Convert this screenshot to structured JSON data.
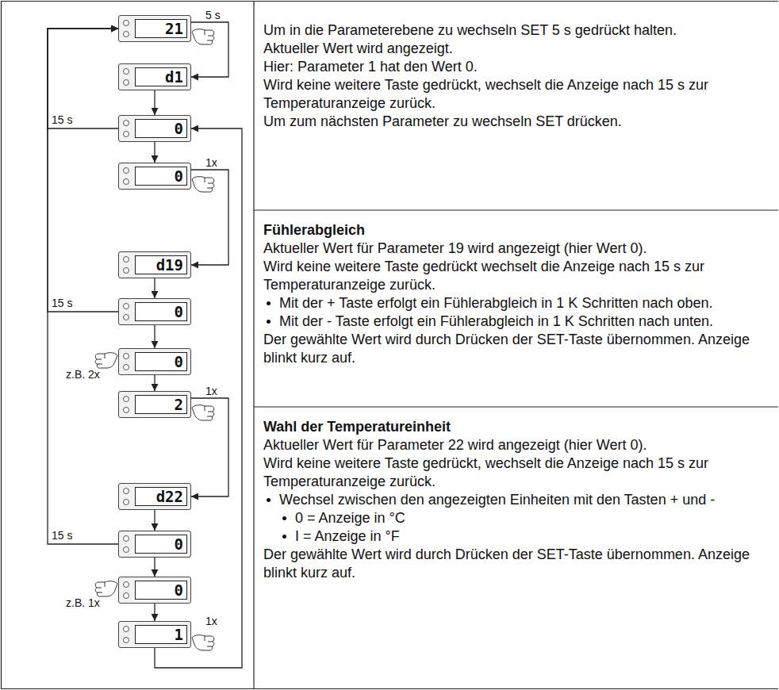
{
  "diagram": {
    "nodes": [
      {
        "text": [
          "21"
        ]
      },
      {
        "text": [
          "d1"
        ]
      },
      {
        "text": [
          "0"
        ]
      },
      {
        "text": [
          "0"
        ]
      },
      {
        "text": [
          "d19"
        ]
      },
      {
        "text": [
          "0"
        ]
      },
      {
        "text": [
          "0"
        ]
      },
      {
        "text": [
          "2"
        ]
      },
      {
        "text": [
          "d22"
        ]
      },
      {
        "text": [
          "0"
        ]
      },
      {
        "text": [
          "0"
        ]
      },
      {
        "text": [
          "1"
        ]
      }
    ],
    "edges": [
      {
        "from": 0,
        "to": 1,
        "arrow": "to",
        "label": "5 s"
      },
      {
        "from": 1,
        "to": 2,
        "arrow": "to"
      },
      {
        "from": 2,
        "to": 3,
        "arrow": "to"
      },
      {
        "from": 3,
        "to": 4,
        "arrow": "to",
        "label": "1x"
      },
      {
        "from": 4,
        "to": 5,
        "arrow": "to"
      },
      {
        "from": 5,
        "to": 6,
        "arrow": "to"
      },
      {
        "from": 6,
        "to": 7,
        "arrow": "to"
      },
      {
        "from": 7,
        "to": 8,
        "arrow": "to",
        "label": "1x"
      },
      {
        "from": 8,
        "to": 9,
        "arrow": "to"
      },
      {
        "from": 9,
        "to": 10,
        "arrow": "to"
      },
      {
        "from": 10,
        "to": 11,
        "arrow": "to"
      },
      {
        "from": 11,
        "to": 2,
        "arrow": "to",
        "label": "1x"
      },
      {
        "from": 2,
        "to": 0,
        "arrow": "to",
        "label": "15 s"
      },
      {
        "from": 5,
        "to": 0,
        "arrow": "to",
        "label": "15 s"
      },
      {
        "from": 9,
        "to": 0,
        "arrow": "to",
        "label": "15 s"
      }
    ],
    "labels": [
      "Um in die Parameterebene zu wechseln SET 5 s gedrückt halten.",
      "Aktueller Wert wird angezeigt.",
      "Hier: Parameter 1 hat den Wert 0.",
      "Wird keine weitere Taste gedrückt, wechselt die Anzeige nach 15 s zur Temperaturanzeige zurück.",
      "Um zum nächsten Parameter zu wechseln SET drücken.",
      "Fühlerabgleich",
      "Aktueller Wert für Parameter 19 wird angezeigt (hier Wert 0).",
      "Wird keine weitere Taste gedrückt wechselt die Anzeige nach 15 s zur Temperaturanzeige zurück.",
      "Mit der + Taste erfolgt ein Fühlerabgleich in 1 K Schritten nach oben.",
      "Mit der - Taste erfolgt ein Fühlerabgleich in 1 K Schritten nach unten.",
      "Der gewählte Wert wird durch Drücken der SET-Taste übernommen. Anzeige blinkt kurz auf.",
      "Wahl der Temperatureinheit",
      "Aktueller Wert für Parameter 22 wird angezeigt (hier Wert 0).",
      "Wird keine weitere Taste gedrückt, wechselt die Anzeige nach 15 s zur Temperaturanzeige zurück.",
      "Wechsel zwischen den angezeigten Einheiten mit den Tasten + und -",
      "0 = Anzeige in °C",
      "I = Anzeige in °F",
      "Der gewählte Wert wird durch Drücken der SET-Taste übernommen. Anzeige blinkt kurz auf.",
      "z.B. 2x",
      "z.B. 1x"
    ]
  }
}
